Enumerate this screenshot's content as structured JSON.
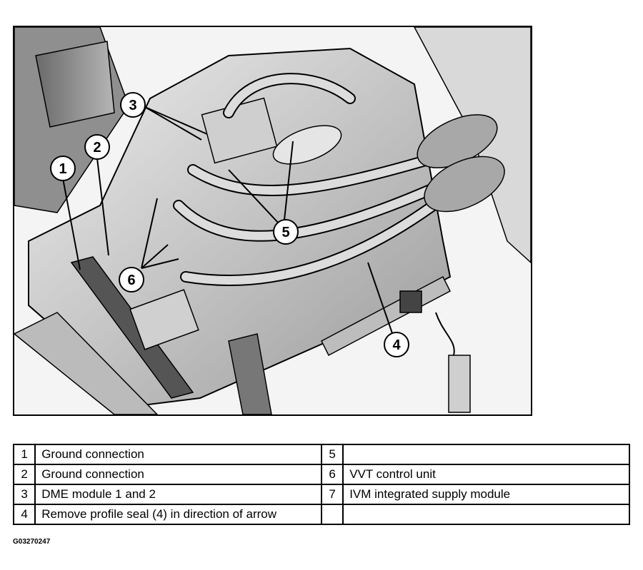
{
  "figure": {
    "callouts": [
      {
        "label": "1"
      },
      {
        "label": "2"
      },
      {
        "label": "3"
      },
      {
        "label": "4"
      },
      {
        "label": "5"
      },
      {
        "label": "6"
      }
    ]
  },
  "legend": {
    "rows": [
      {
        "left_num": "1",
        "left_text": "Ground connection",
        "right_num": "5",
        "right_text": ""
      },
      {
        "left_num": "2",
        "left_text": "Ground connection",
        "right_num": "6",
        "right_text": "VVT control unit"
      },
      {
        "left_num": "3",
        "left_text": "DME module 1 and 2",
        "right_num": "7",
        "right_text": "IVM integrated supply module"
      },
      {
        "left_num": "4",
        "left_text": "Remove profile seal (4) in direction of arrow",
        "right_num": "",
        "right_text": ""
      }
    ]
  },
  "figure_code": "G03270247"
}
